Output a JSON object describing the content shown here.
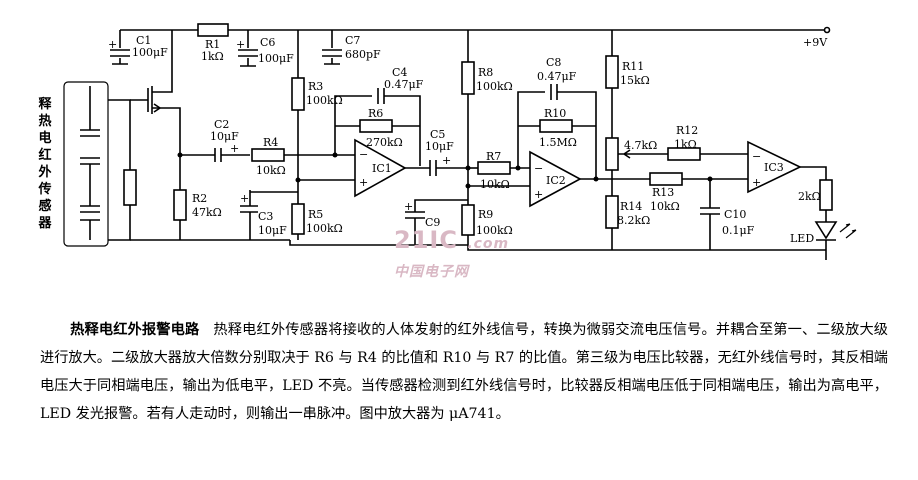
{
  "sensor_label": "释热电红外传感器",
  "supply": "+9V",
  "components": {
    "C1": {
      "ref": "C1",
      "value": "100μF"
    },
    "R1": {
      "ref": "R1",
      "value": "1kΩ"
    },
    "C6": {
      "ref": "C6",
      "value": "100μF"
    },
    "C7": {
      "ref": "C7",
      "value": "680pF"
    },
    "R3": {
      "ref": "R3",
      "value": "100kΩ"
    },
    "C4": {
      "ref": "C4",
      "value": "0.47μF"
    },
    "R6": {
      "ref": "R6",
      "value": "270kΩ"
    },
    "C2": {
      "ref": "C2",
      "value": "10μF"
    },
    "R4": {
      "ref": "R4",
      "value": "10kΩ"
    },
    "R2": {
      "ref": "R2",
      "value": "47kΩ"
    },
    "C3": {
      "ref": "C3",
      "value": "10μF"
    },
    "R5": {
      "ref": "R5",
      "value": "100kΩ"
    },
    "C5": {
      "ref": "C5",
      "value": "10μF"
    },
    "R8": {
      "ref": "R8",
      "value": "100kΩ"
    },
    "C8": {
      "ref": "C8",
      "value": "0.47μF"
    },
    "R10": {
      "ref": "R10",
      "value": "1.5MΩ"
    },
    "R7": {
      "ref": "R7",
      "value": "10kΩ"
    },
    "C9": {
      "ref": "C9",
      "value": ""
    },
    "R9": {
      "ref": "R9",
      "value": "100kΩ"
    },
    "R11": {
      "ref": "R11",
      "value": "15kΩ"
    },
    "RP": {
      "ref": "",
      "value": "4.7kΩ"
    },
    "R12": {
      "ref": "R12",
      "value": "1kΩ"
    },
    "R13": {
      "ref": "R13",
      "value": "10kΩ"
    },
    "R14": {
      "ref": "R14",
      "value": "8.2kΩ"
    },
    "C10": {
      "ref": "C10",
      "value": "0.1μF"
    },
    "RL": {
      "ref": "",
      "value": "2kΩ"
    },
    "LED": {
      "ref": "LED",
      "value": ""
    }
  },
  "ic": {
    "ic1": "IC1",
    "ic2": "IC2",
    "ic3": "IC3"
  },
  "watermark": {
    "main": "21IC",
    "sub": "中国电子网",
    "domain": ".com"
  },
  "caption": {
    "title": "热释电红外报警电路",
    "body": "热释电红外传感器将接收的人体发射的红外线信号，转换为微弱交流电压信号。并耦合至第一、二级放大级进行放大。二级放大器放大倍数分别取决于 R6 与 R4 的比值和 R10 与 R7 的比值。第三级为电压比较器，无红外线信号时，其反相端电压大于同相端电压，输出为低电平，LED 不亮。当传感器检测到红外线信号时，比较器反相端电压低于同相端电压，输出为高电平，LED 发光报警。若有人走动时，则输出一串脉冲。图中放大器为 μA741。"
  }
}
